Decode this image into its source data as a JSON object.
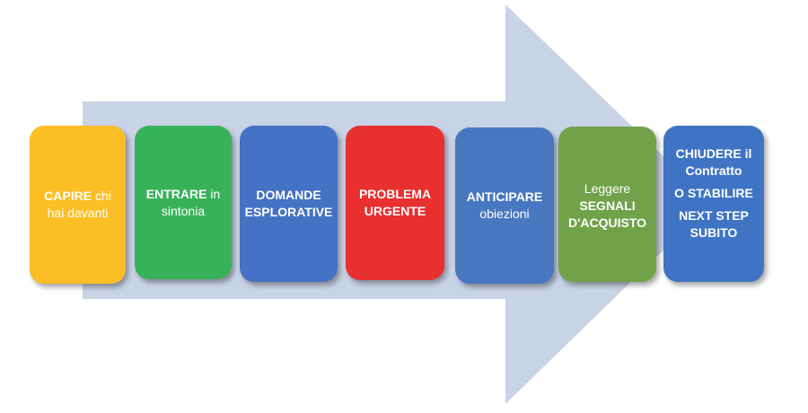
{
  "colors": {
    "arrow": "#C9D3E6",
    "step1": "#FBBE25",
    "step2": "#38B25A",
    "step3": "#4472C4",
    "step4": "#E8302F",
    "step5": "#4877C0",
    "step6": "#71A24A",
    "step7": "#3F74C4"
  },
  "steps": [
    {
      "bold": "CAPIRE",
      "text": " chi",
      "line2": "hai davanti"
    },
    {
      "bold": "ENTRARE",
      "text": " in",
      "line2": "sintonia"
    },
    {
      "line1": "DOMANDE",
      "line2": "ESPLORATIVE"
    },
    {
      "line1": "PROBLEMA",
      "line2": "URGENTE"
    },
    {
      "line1": "ANTICIPARE",
      "line2": "obiezioni"
    },
    {
      "line1": "Leggere",
      "line2": "SEGNALI",
      "line3": "D'ACQUISTO"
    },
    {
      "line1": "CHIUDERE il",
      "line2": "Contratto",
      "line3": "O STABILIRE",
      "line4": "NEXT STEP",
      "line5": "SUBITO"
    }
  ]
}
